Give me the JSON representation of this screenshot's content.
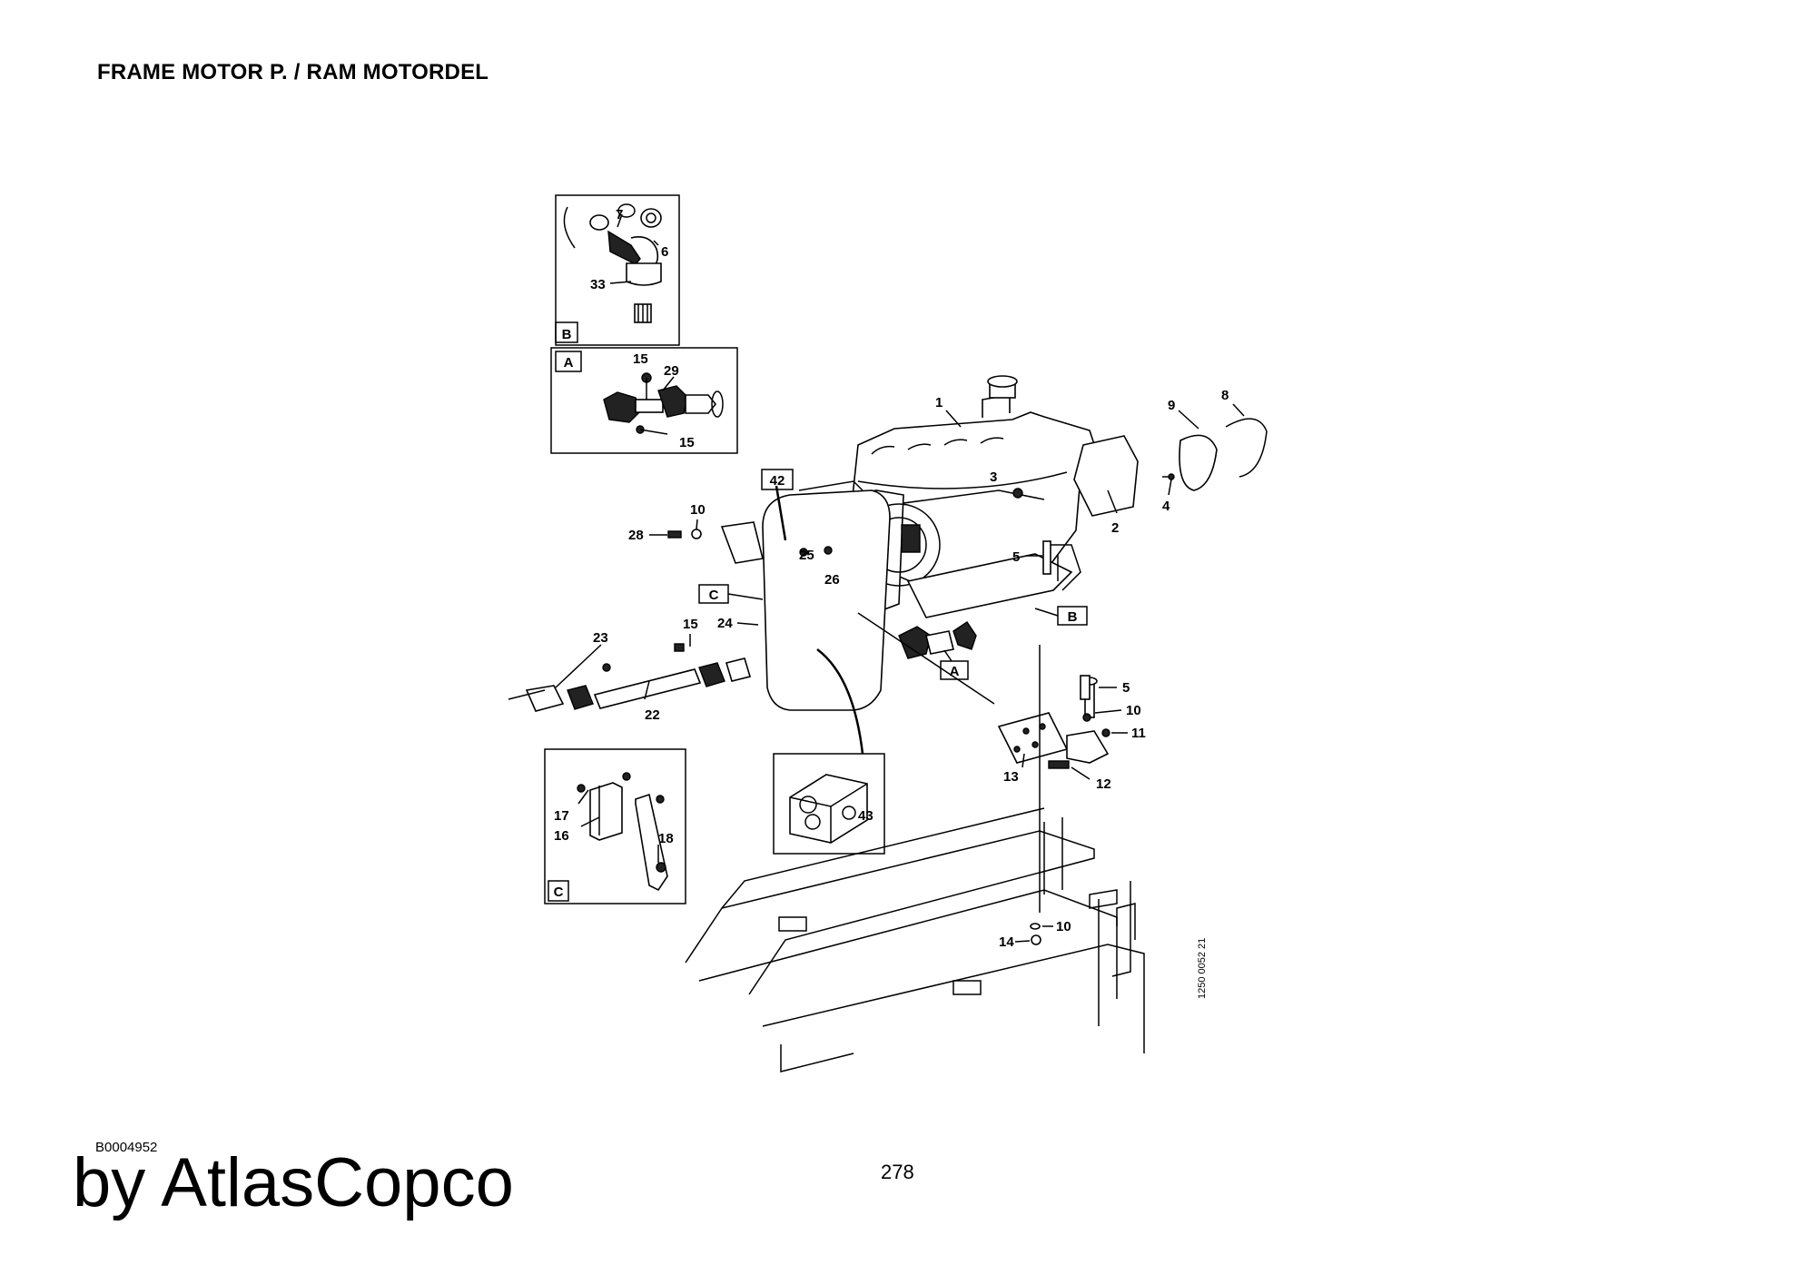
{
  "header": {
    "title": "FRAME MOTOR P. / RAM MOTORDEL"
  },
  "footer": {
    "doc_code": "B0004952",
    "brand": "by AtlasCopco",
    "page": "278"
  },
  "drawing": {
    "ref_code": "1250 0052 21",
    "detail_b": {
      "box_label": "B",
      "callouts": [
        "7",
        "6",
        "33"
      ]
    },
    "detail_a": {
      "box_label": "A",
      "callouts": [
        "15",
        "29",
        "15"
      ]
    },
    "detail_c": {
      "box_label": "C",
      "callouts": [
        "17",
        "16",
        "18"
      ]
    },
    "detail_43": {
      "callouts": [
        "43"
      ]
    },
    "main": {
      "box_labels": {
        "b42": "42",
        "bc": "C",
        "bb": "B",
        "ba": "A"
      },
      "callouts": {
        "c1": "1",
        "c2": "2",
        "c3": "3",
        "c4": "4",
        "c5a": "5",
        "c8": "8",
        "c9": "9",
        "c10a": "10",
        "c28": "28",
        "c25": "25",
        "c26": "26",
        "c24": "24",
        "c15": "15",
        "c23": "23",
        "c22": "22",
        "c5b": "5",
        "c10b": "10",
        "c11": "11",
        "c12": "12",
        "c13": "13",
        "c10c": "10",
        "c14": "14"
      }
    }
  }
}
